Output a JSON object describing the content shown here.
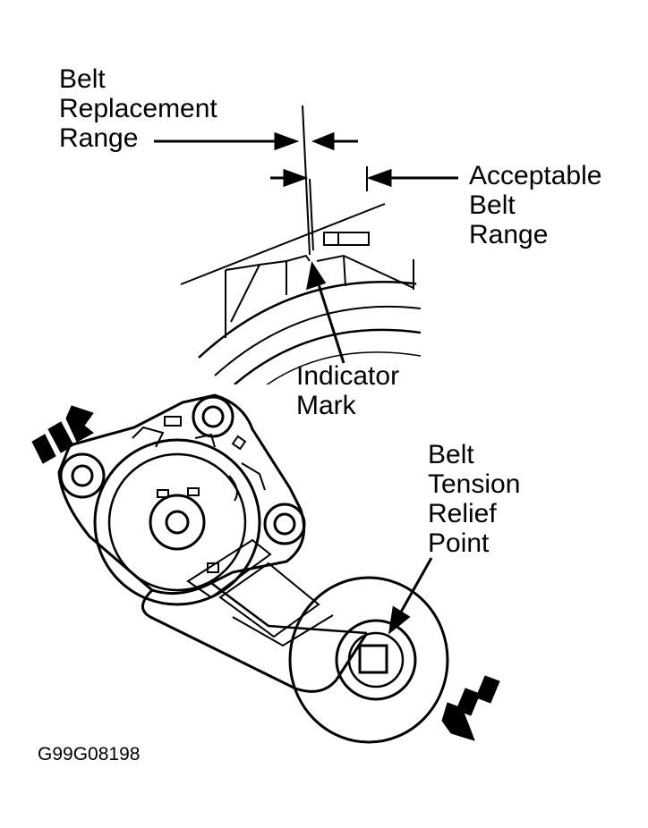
{
  "labels": {
    "belt_replacement_range": [
      "Belt",
      "Replacement",
      "Range"
    ],
    "acceptable_belt_range": [
      "Acceptable",
      "Belt",
      "Range"
    ],
    "indicator_mark": [
      "Indicator",
      "Mark"
    ],
    "belt_tension_relief_point": [
      "Belt",
      "Tension",
      "Relief",
      "Point"
    ]
  },
  "figure_code": "G99G08198",
  "colors": {
    "ink": "#000000",
    "paper": "#ffffff"
  }
}
